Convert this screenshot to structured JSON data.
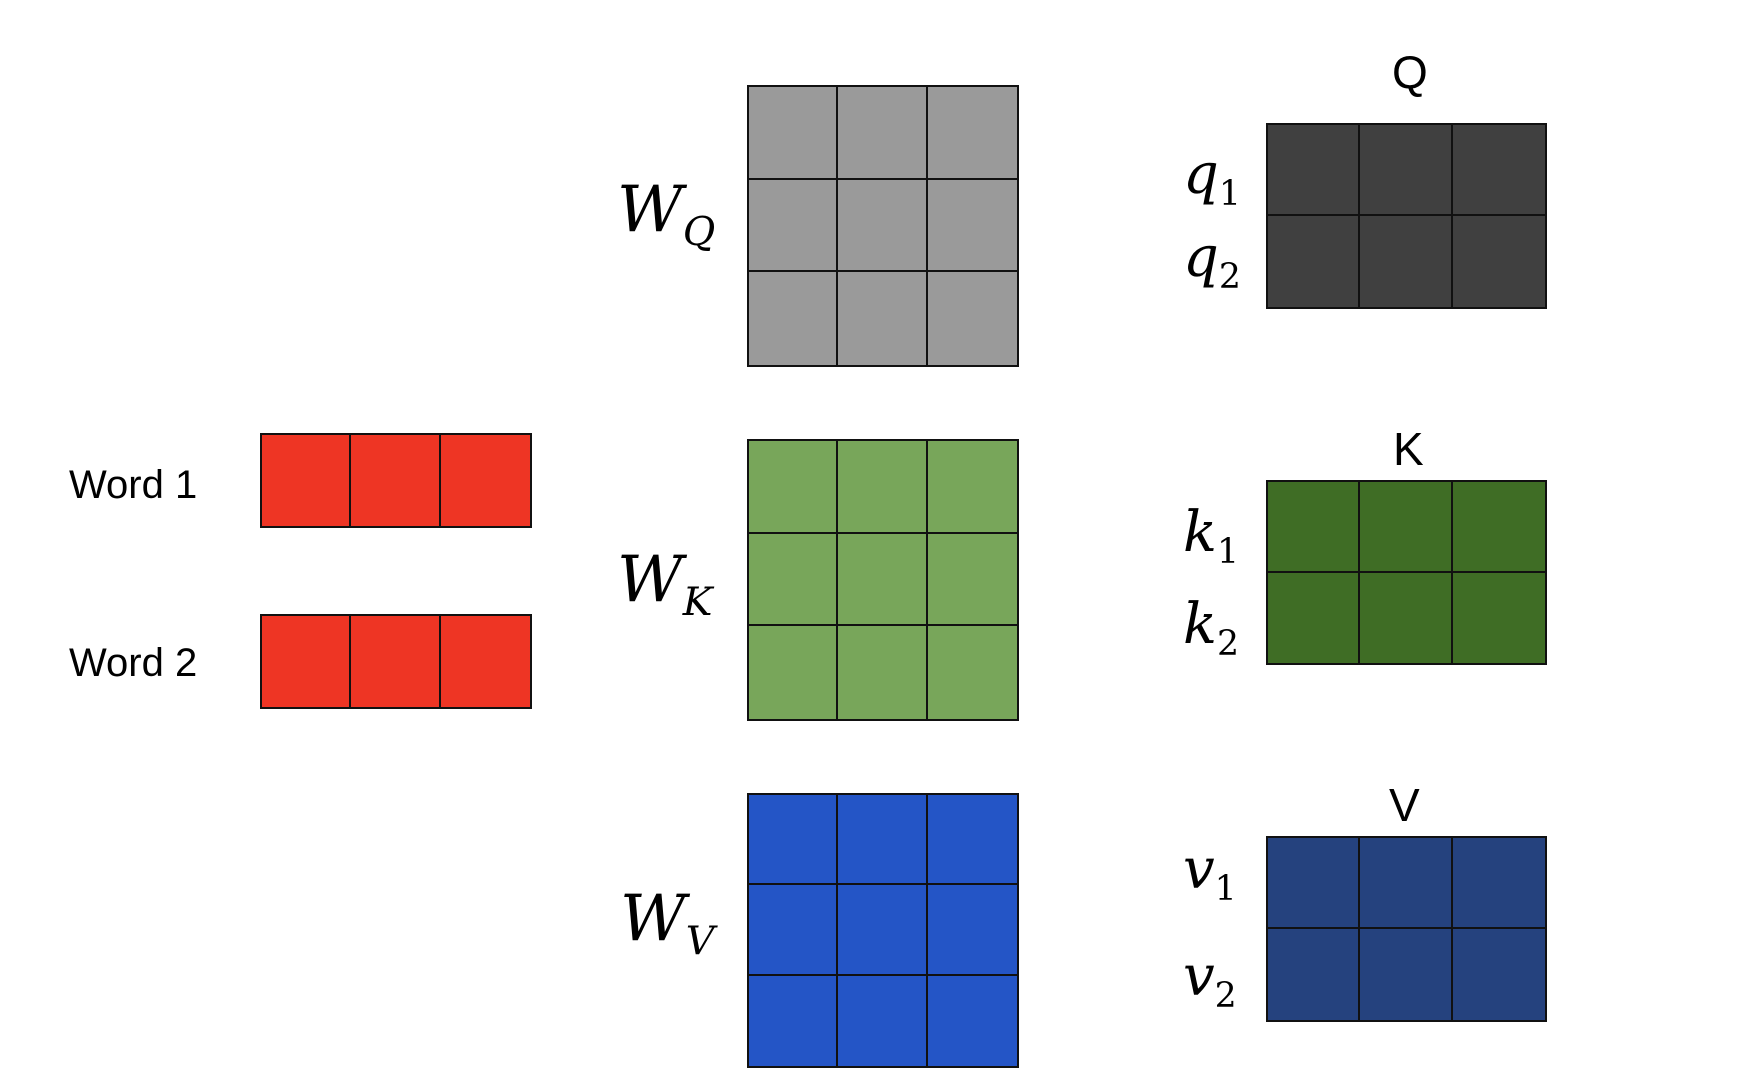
{
  "words": [
    {
      "label": "Word 1"
    },
    {
      "label": "Word 2"
    }
  ],
  "weights": [
    {
      "symbol": "W",
      "subscript": "Q",
      "color": "#9a9a9a"
    },
    {
      "symbol": "W",
      "subscript": "K",
      "color": "#78a65a"
    },
    {
      "symbol": "W",
      "subscript": "V",
      "color": "#2455c6"
    }
  ],
  "outputs": [
    {
      "title": "Q",
      "rows": [
        {
          "sym": "q",
          "sub": "1"
        },
        {
          "sym": "q",
          "sub": "2"
        }
      ],
      "color": "#404040"
    },
    {
      "title": "K",
      "rows": [
        {
          "sym": "k",
          "sub": "1"
        },
        {
          "sym": "k",
          "sub": "2"
        }
      ],
      "color": "#3f6d25"
    },
    {
      "title": "V",
      "rows": [
        {
          "sym": "v",
          "sub": "1"
        },
        {
          "sym": "v",
          "sub": "2"
        }
      ],
      "color": "#25427e"
    }
  ],
  "word_color": "#ee3524"
}
